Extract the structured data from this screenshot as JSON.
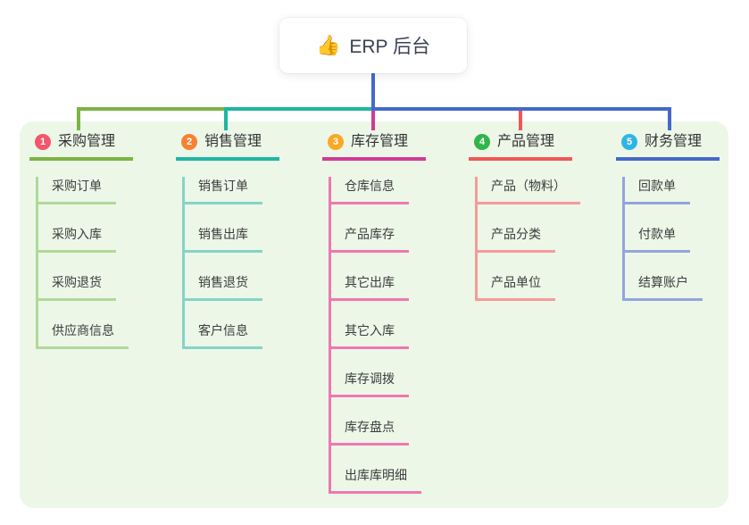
{
  "root": {
    "icon": "👍",
    "label": "ERP 后台"
  },
  "canvas": {
    "page_bg": "#ffffff",
    "panel_bg": "#ecf7e8",
    "text_color": "#3c3c3c",
    "root_text_color": "#3b4252"
  },
  "branches": [
    {
      "num": "1",
      "label": "采购管理",
      "slug": "purchase",
      "color": "#7cb342",
      "light_color": "#b1d898",
      "badge_color": "#f4566c",
      "items": [
        "采购订单",
        "采购入库",
        "采购退货",
        "供应商信息"
      ]
    },
    {
      "num": "2",
      "label": "销售管理",
      "slug": "sales",
      "color": "#1fb5a3",
      "light_color": "#84d3c8",
      "badge_color": "#f68233",
      "items": [
        "销售订单",
        "销售出库",
        "销售退货",
        "客户信息"
      ]
    },
    {
      "num": "3",
      "label": "库存管理",
      "slug": "inventory",
      "color": "#d13a93",
      "light_color": "#ef77b2",
      "badge_color": "#f9a826",
      "items": [
        "仓库信息",
        "产品库存",
        "其它出库",
        "其它入库",
        "库存调拨",
        "库存盘点",
        "出库库明细"
      ]
    },
    {
      "num": "4",
      "label": "产品管理",
      "slug": "product",
      "color": "#f25756",
      "light_color": "#f79a99",
      "badge_color": "#31b44a",
      "items": [
        "产品（物料）",
        "产品分类",
        "产品单位"
      ]
    },
    {
      "num": "5",
      "label": "财务管理",
      "slug": "finance",
      "color": "#4468cc",
      "light_color": "#93a5dc",
      "badge_color": "#2fb5e4",
      "items": [
        "回款单",
        "付款单",
        "结算账户"
      ]
    }
  ]
}
